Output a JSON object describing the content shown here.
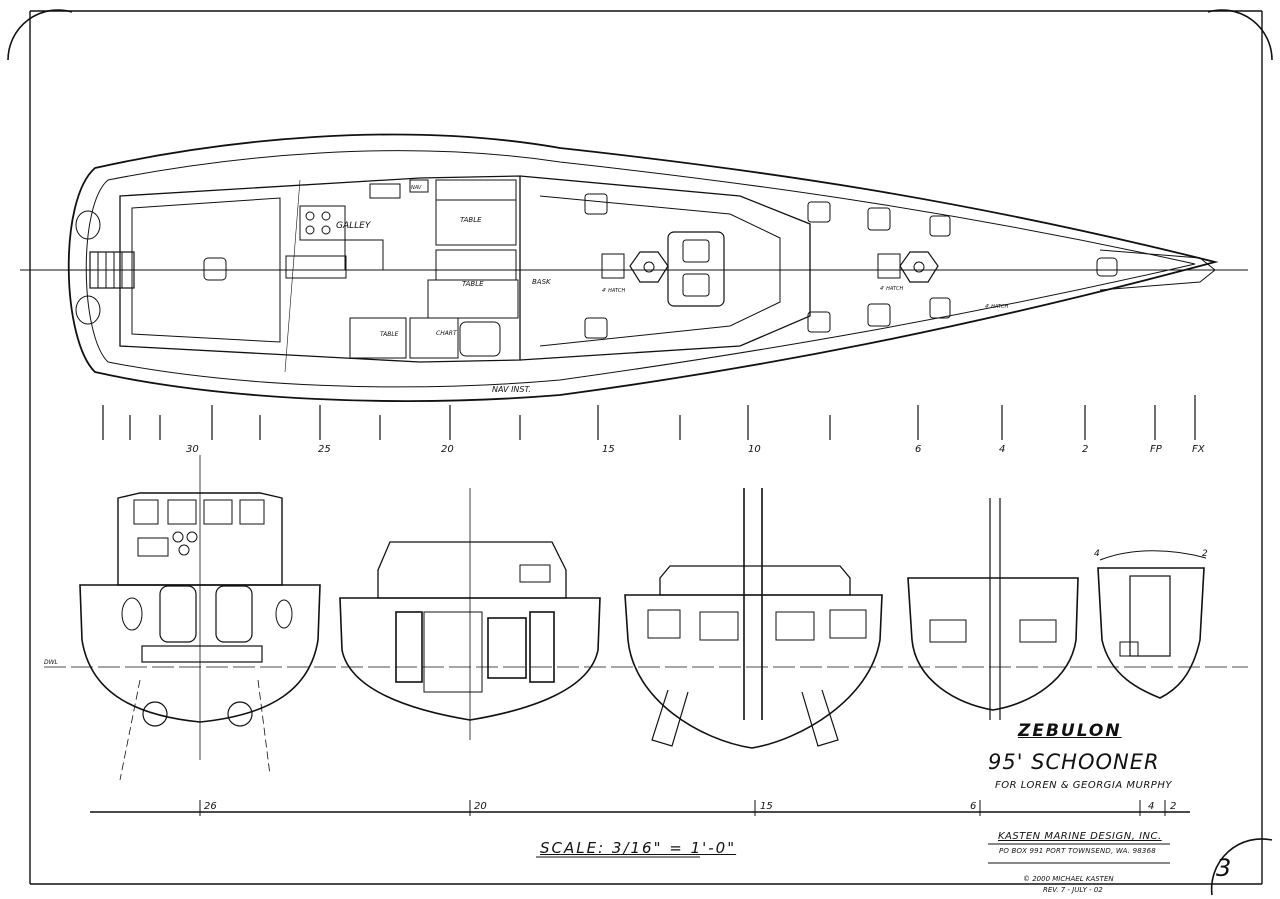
{
  "drawing": {
    "boat_name": "ZEBULON",
    "title": "95' SCHOONER",
    "client": "FOR LOREN & GEORGIA MURPHY",
    "firm_name": "KASTEN MARINE DESIGN, INC.",
    "firm_address": "PO BOX 991  PORT TOWNSEND, WA. 98368",
    "copyright": "© 2000 MICHAEL KASTEN",
    "revision": "REV. 7 - JULY - 02",
    "sheet_number": "3",
    "scale": "SCALE: 3/16\" = 1'-0\""
  },
  "plan_labels": {
    "galley": "GALLEY",
    "table_1": "TABLE",
    "table_2": "TABLE",
    "table_3": "TABLE",
    "bask": "BASK",
    "chart": "CHART",
    "nav_inst": "NAV INST.",
    "hatch_fwd": "4' HATCH",
    "hatch_aft": "4' HATCH",
    "hatch_small": "4' HATCH",
    "nav_label": "NAV"
  },
  "stations_top": [
    "30",
    "25",
    "20",
    "15",
    "10",
    "6",
    "4",
    "2",
    "FP",
    "FX"
  ],
  "stations_bottom": [
    "26",
    "20",
    "15",
    "6",
    "4",
    "2"
  ],
  "section_labels": {
    "section_a_top": "4",
    "section_b_top": "2",
    "dwl": "DWL"
  }
}
